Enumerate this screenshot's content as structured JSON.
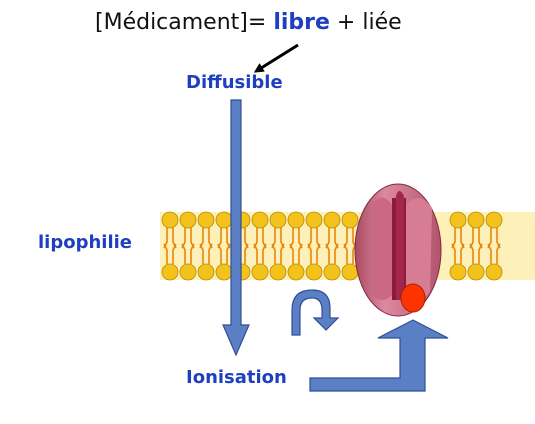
{
  "equation": {
    "prefix": "[Médicament]= ",
    "libre": "libre",
    "suffix": " + liée"
  },
  "labels": {
    "diffusible": "Diffusible",
    "lipophilie": "lipophilie",
    "ionisation": "Ionisation"
  },
  "colors": {
    "label_blue": "#1f3fbf",
    "membrane_band": "#fdf0b8",
    "lipid_head": "#f3c21c",
    "lipid_tail": "#e8860a",
    "arrow_fill": "#5b7fc4",
    "arrow_stroke": "#2f4f95",
    "protein": "#c6667d",
    "protein_dark": "#8c1a3b",
    "binding_site": "#ff3300"
  },
  "icons": {
    "curl_arrow": "curved-arrow-icon",
    "pointer_arrow": "black-arrow-icon"
  }
}
